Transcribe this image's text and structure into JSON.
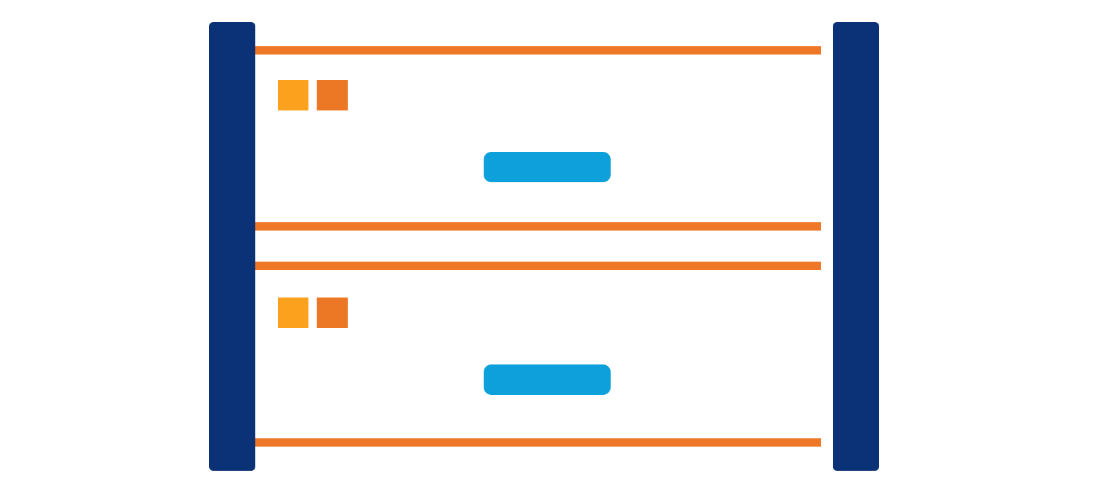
{
  "illustration": {
    "subject": "server-rack-icon",
    "colors": {
      "background": "#ffffff",
      "rack_post": "#0b3176",
      "shelf_line": "#ee7728",
      "indicator_light_1": "#fba11d",
      "indicator_light_2": "#ec7826",
      "drive_slot": "#0da0da"
    },
    "units": [
      {
        "name": "server-unit-top",
        "indicator_lights": [
          "indicator_light_1",
          "indicator_light_2"
        ],
        "drive_slot": "drive_slot"
      },
      {
        "name": "server-unit-bottom",
        "indicator_lights": [
          "indicator_light_1",
          "indicator_light_2"
        ],
        "drive_slot": "drive_slot"
      }
    ]
  }
}
